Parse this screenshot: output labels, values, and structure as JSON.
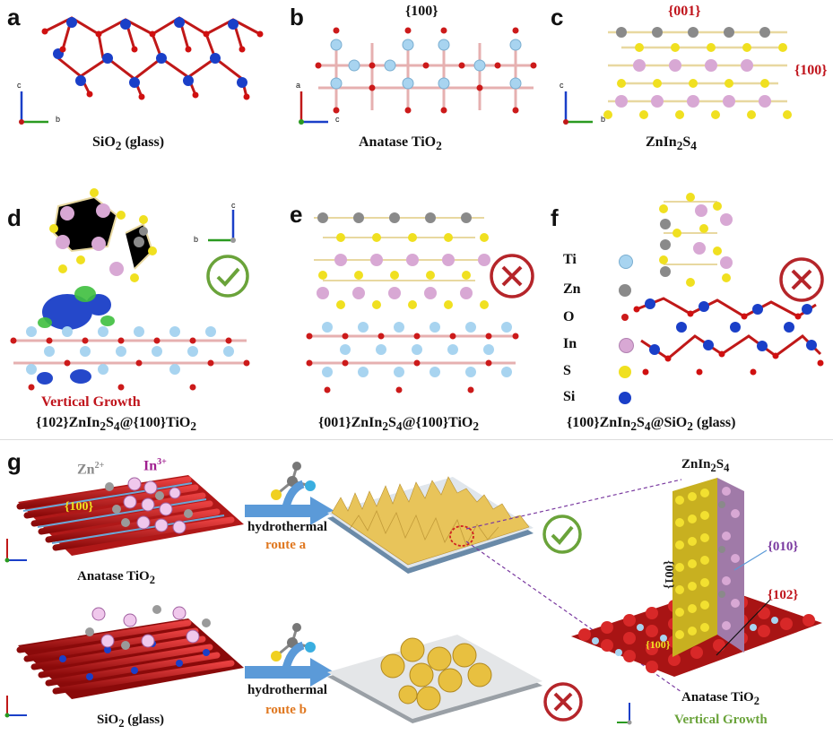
{
  "panels": {
    "a": {
      "letter": "a",
      "caption": "SiO",
      "sub": "2",
      "tail": " (glass)"
    },
    "b": {
      "letter": "b",
      "facet": "{100}",
      "caption_pre": "Anatase TiO",
      "sub": "2"
    },
    "c": {
      "letter": "c",
      "facet_top": "{001}",
      "facet_side": "{100}",
      "caption": "ZnIn",
      "sub1": "2",
      "mid": "S",
      "sub2": "4"
    },
    "d": {
      "letter": "d",
      "note": "Vertical Growth",
      "caption": "{102}ZnIn",
      "s1": "2",
      "s_mid": "S",
      "s2": "4",
      "at": "@{100}TiO",
      "s3": "2"
    },
    "e": {
      "letter": "e",
      "caption": "{001}ZnIn",
      "s1": "2",
      "s_mid": "S",
      "s2": "4",
      "at": "@{100}TiO",
      "s3": "2"
    },
    "f": {
      "letter": "f",
      "caption": "{100}ZnIn",
      "s1": "2",
      "s_mid": "S",
      "s2": "4",
      "at": "@SiO",
      "s3": "2",
      "tail": " (glass)"
    },
    "g": {
      "letter": "g"
    }
  },
  "legend": [
    {
      "label": "Ti",
      "color": "#a8d4f0"
    },
    {
      "label": "Zn",
      "color": "#8a8a8a"
    },
    {
      "label": "O",
      "color": "#cc1a1a"
    },
    {
      "label": "In",
      "color": "#d8a8d4"
    },
    {
      "label": "S",
      "color": "#f0e020"
    },
    {
      "label": "Si",
      "color": "#1a3fc8"
    }
  ],
  "axes": {
    "c": "c",
    "b": "b",
    "a": "a"
  },
  "scheme": {
    "zn_ion": "Zn",
    "zn_sup": "2+",
    "in_ion": "In",
    "in_sup": "3+",
    "facet100": "{100}",
    "tio2_label": "Anatase TiO",
    "tio2_sub": "2",
    "sio2_label": "SiO",
    "sio2_sub": "2",
    "sio2_tail": " (glass)",
    "hydro": "hydrothermal",
    "route_a": "route a",
    "route_b": "route b",
    "zis_label": "ZnIn",
    "zis_s1": "2",
    "zis_mid": "S",
    "zis_s2": "4",
    "f010": "{010}",
    "f001": "{001}",
    "f102": "{102}",
    "f100_small": "{100}",
    "tio2_bottom": "Anatase TiO",
    "tio2_bottom_sub": "2",
    "vertical": "Vertical Growth"
  },
  "colors": {
    "ti": "#a8d4f0",
    "o": "#cc1a1a",
    "si": "#1a3fc8",
    "zn": "#8a8a8a",
    "in": "#d8a8d4",
    "s": "#f0e020",
    "check": "#6aa33a",
    "cross": "#b5252a"
  }
}
